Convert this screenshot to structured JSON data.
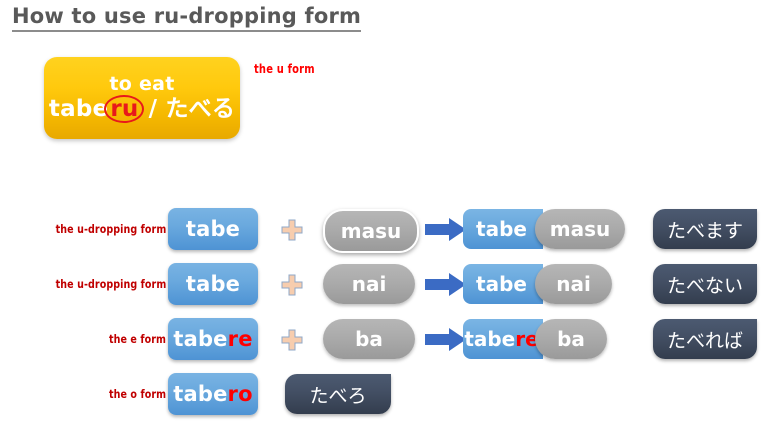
{
  "title": "How to use ru-dropping form",
  "headword": {
    "meaning": "to eat",
    "romaji_prefix": "tabe",
    "romaji_circled": "ru",
    "separator": " / ",
    "kana": "たべる",
    "tag": "the u form"
  },
  "colors": {
    "title": "#595959",
    "card_yellow": "#ffc90d",
    "stem_blue": "#6aa9de",
    "suffix_gray": "#ababab",
    "result_dark": "#434f64",
    "accent_red": "#ff0000",
    "label_red": "#c00000",
    "plus_peach": "#f7cdae",
    "arrow_blue": "#3b6bc4"
  },
  "icons": {
    "plus": "plus-icon",
    "arrow": "right-arrow-icon"
  },
  "rows": [
    {
      "label": "the u-dropping form",
      "stem": "tabe",
      "stem_plain": "tabe",
      "stem_highlight": "",
      "suffix": "masu",
      "suffix_outlined": true,
      "has_plus": true,
      "has_arrow": true,
      "result_plain": "tabe",
      "result_highlight": "",
      "result_suffix": "masu",
      "kana": "たべます"
    },
    {
      "label": "the u-dropping form",
      "stem": "tabe",
      "stem_plain": "tabe",
      "stem_highlight": "",
      "suffix": "nai",
      "suffix_outlined": false,
      "has_plus": true,
      "has_arrow": true,
      "result_plain": "tabe",
      "result_highlight": "",
      "result_suffix": "nai",
      "kana": "たべない"
    },
    {
      "label": "the e form",
      "stem": "tabere",
      "stem_plain": "tabe",
      "stem_highlight": "re",
      "suffix": "ba",
      "suffix_outlined": false,
      "has_plus": true,
      "has_arrow": true,
      "result_plain": "tabe",
      "result_highlight": "re",
      "result_suffix": "ba",
      "kana": "たべれば"
    },
    {
      "label": "the o form",
      "stem": "tabero",
      "stem_plain": "tabe",
      "stem_highlight": "ro",
      "suffix": "",
      "suffix_outlined": false,
      "has_plus": false,
      "has_arrow": false,
      "result_plain": "",
      "result_highlight": "",
      "result_suffix": "",
      "kana": "たべろ"
    }
  ]
}
